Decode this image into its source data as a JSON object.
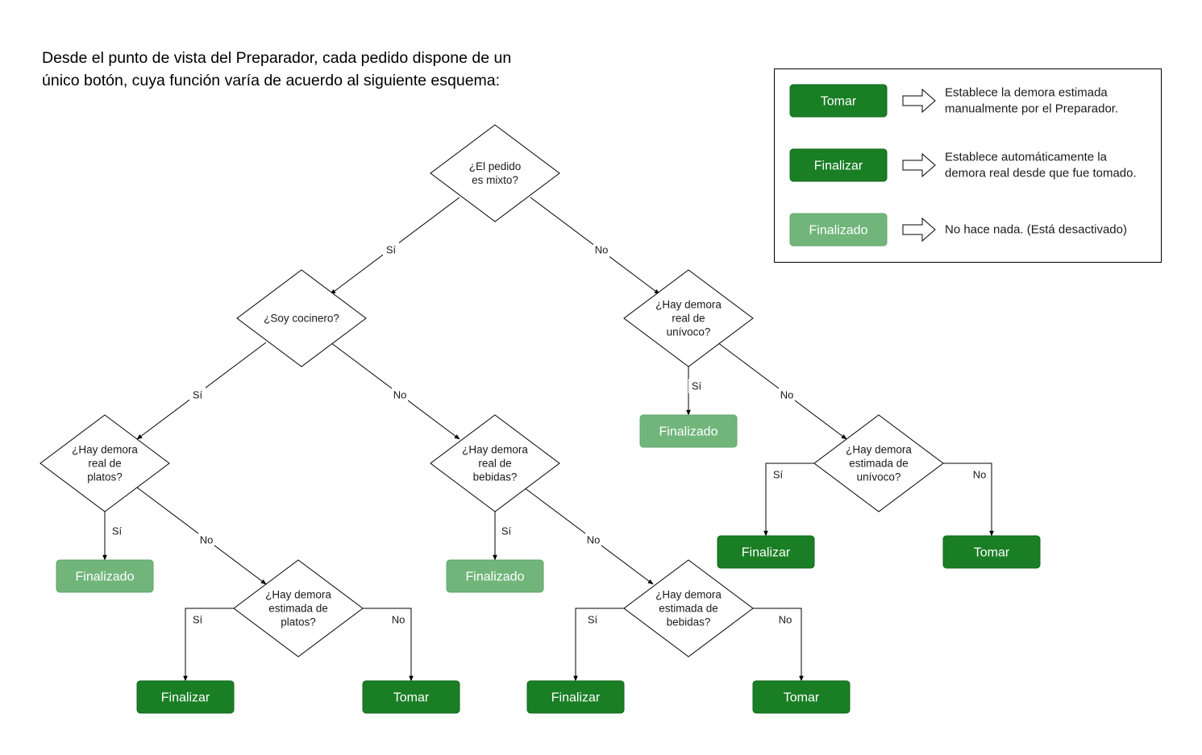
{
  "title_lines": [
    "Desde el punto de vista del Preparador, cada pedido dispone de un",
    "único botón, cuya función varía de acuerdo al siguiente esquema:"
  ],
  "colors": {
    "button_active": "#1a7e25",
    "button_active_border": "#12681c",
    "button_disabled": "#71b57b",
    "button_disabled_border": "#63a86d",
    "line": "#000000"
  },
  "legend": [
    {
      "button": "Tomar",
      "state": "active",
      "desc": [
        "Establece la demora estimada",
        "manualmente por el Preparador."
      ]
    },
    {
      "button": "Finalizar",
      "state": "active",
      "desc": [
        "Establece automáticamente la",
        "demora real desde que fue tomado."
      ]
    },
    {
      "button": "Finalizado",
      "state": "disabled",
      "desc": [
        "No hace nada. (Está desactivado)"
      ]
    }
  ],
  "nodes": [
    {
      "id": "q_mixto",
      "type": "decision",
      "lines": [
        "¿El pedido",
        "es mixto?"
      ]
    },
    {
      "id": "q_cocinero",
      "type": "decision",
      "lines": [
        "¿Soy cocinero?"
      ]
    },
    {
      "id": "q_real_univoco",
      "type": "decision",
      "lines": [
        "¿Hay demora",
        "real de",
        "unívoco?"
      ]
    },
    {
      "id": "q_real_platos",
      "type": "decision",
      "lines": [
        "¿Hay demora",
        "real de",
        "platos?"
      ]
    },
    {
      "id": "q_real_bebidas",
      "type": "decision",
      "lines": [
        "¿Hay demora",
        "real de",
        "bebidas?"
      ]
    },
    {
      "id": "q_est_univoco",
      "type": "decision",
      "lines": [
        "¿Hay demora",
        "estimada de",
        "unívoco?"
      ]
    },
    {
      "id": "q_est_platos",
      "type": "decision",
      "lines": [
        "¿Hay demora",
        "estimada de",
        "platos?"
      ]
    },
    {
      "id": "q_est_bebidas",
      "type": "decision",
      "lines": [
        "¿Hay demora",
        "estimada de",
        "bebidas?"
      ]
    },
    {
      "id": "r_univoco_fin",
      "type": "button",
      "state": "disabled",
      "label": "Finalizado"
    },
    {
      "id": "r_platos_fin",
      "type": "button",
      "state": "disabled",
      "label": "Finalizado"
    },
    {
      "id": "r_bebidas_fin",
      "type": "button",
      "state": "disabled",
      "label": "Finalizado"
    },
    {
      "id": "r_univoco_finalizar",
      "type": "button",
      "state": "active",
      "label": "Finalizar"
    },
    {
      "id": "r_univoco_tomar",
      "type": "button",
      "state": "active",
      "label": "Tomar"
    },
    {
      "id": "r_platos_finalizar",
      "type": "button",
      "state": "active",
      "label": "Finalizar"
    },
    {
      "id": "r_platos_tomar",
      "type": "button",
      "state": "active",
      "label": "Tomar"
    },
    {
      "id": "r_bebidas_finalizar",
      "type": "button",
      "state": "active",
      "label": "Finalizar"
    },
    {
      "id": "r_bebidas_tomar",
      "type": "button",
      "state": "active",
      "label": "Tomar"
    }
  ],
  "edges": [
    {
      "from": "q_mixto",
      "to": "q_cocinero",
      "label": "Sí"
    },
    {
      "from": "q_mixto",
      "to": "q_real_univoco",
      "label": "No"
    },
    {
      "from": "q_cocinero",
      "to": "q_real_platos",
      "label": "Sí"
    },
    {
      "from": "q_cocinero",
      "to": "q_real_bebidas",
      "label": "No"
    },
    {
      "from": "q_real_univoco",
      "to": "r_univoco_fin",
      "label": "Sí"
    },
    {
      "from": "q_real_univoco",
      "to": "q_est_univoco",
      "label": "No"
    },
    {
      "from": "q_real_platos",
      "to": "r_platos_fin",
      "label": "Sí"
    },
    {
      "from": "q_real_platos",
      "to": "q_est_platos",
      "label": "No"
    },
    {
      "from": "q_real_bebidas",
      "to": "r_bebidas_fin",
      "label": "Sí"
    },
    {
      "from": "q_real_bebidas",
      "to": "q_est_bebidas",
      "label": "No"
    },
    {
      "from": "q_est_univoco",
      "to": "r_univoco_finalizar",
      "label": "Sí"
    },
    {
      "from": "q_est_univoco",
      "to": "r_univoco_tomar",
      "label": "No"
    },
    {
      "from": "q_est_platos",
      "to": "r_platos_finalizar",
      "label": "Sí"
    },
    {
      "from": "q_est_platos",
      "to": "r_platos_tomar",
      "label": "No"
    },
    {
      "from": "q_est_bebidas",
      "to": "r_bebidas_finalizar",
      "label": "Sí"
    },
    {
      "from": "q_est_bebidas",
      "to": "r_bebidas_tomar",
      "label": "No"
    }
  ]
}
